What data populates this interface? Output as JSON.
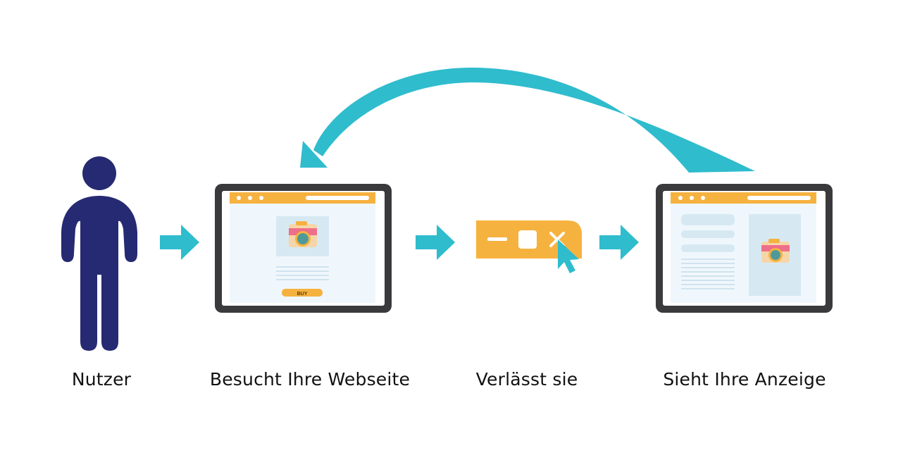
{
  "colors": {
    "person": "#262a72",
    "arrow": "#2fbccd",
    "frame": "#3a3a3c",
    "screen_bg": "#ddeef8",
    "accent": "#f6b23f",
    "camera_pink": "#ee6f88",
    "camera_lens": "#4e9a9a"
  },
  "buy_label": "BUY",
  "steps": [
    {
      "label": "Nutzer",
      "icon": "person-icon"
    },
    {
      "label": "Besucht Ihre Webseite",
      "icon": "product-page-icon"
    },
    {
      "label": "Verlässt sie",
      "icon": "close-window-icon"
    },
    {
      "label": "Sieht Ihre Anzeige",
      "icon": "ad-page-icon"
    }
  ]
}
